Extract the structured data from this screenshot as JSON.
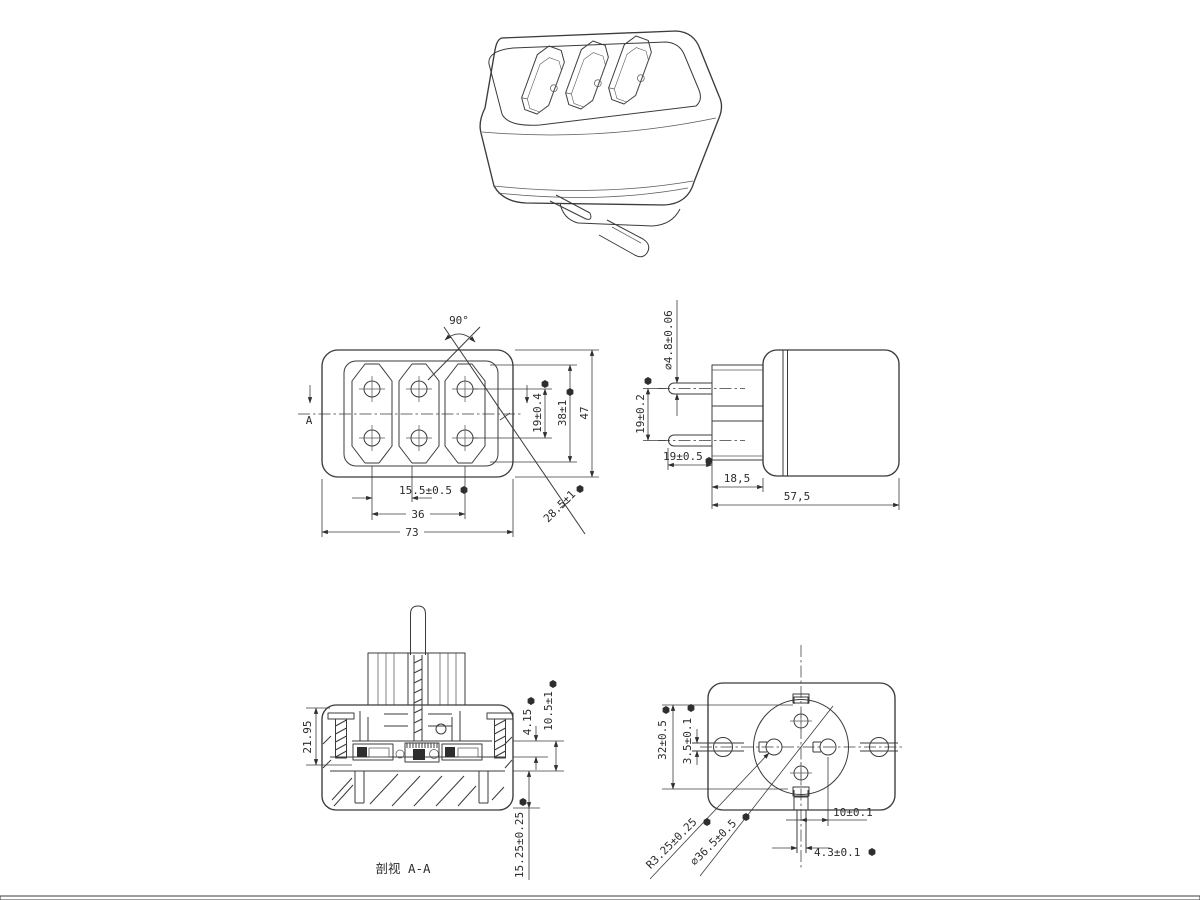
{
  "meta": {
    "background": "#ffffff",
    "line_color": "#3b3b3b",
    "marker_symbol": "filled-hexagon"
  },
  "front_view": {
    "angle": "90°",
    "section_label": "A",
    "dim_hole_pitch_v": "19±0.4",
    "dim_socket_height": "38±1",
    "dim_height": "47",
    "dim_diagonal": "28.5±1",
    "dim_hole_pitch_h": "15.5±0.5",
    "dim_socket_pitch": "36",
    "dim_width": "73"
  },
  "side_view": {
    "dim_pin_dia": "⌀4.8±0.06",
    "dim_pin_pitch": "19±0.2",
    "dim_pin_length": "19±0.5",
    "dim_head_depth": "18,5",
    "dim_total_depth": "57,5"
  },
  "section_view": {
    "caption": "剖视 A-A",
    "dim_inner_height": "21.95",
    "dim_seat": "4.15",
    "dim_pocket": "10.5±1",
    "dim_skirt": "15.25±0.25"
  },
  "bottom_view": {
    "dim_recess_height": "32±0.5",
    "dim_slot_width": "3.5±0.1",
    "dim_radius": "R3.25±0.25",
    "dim_recess_dia": "⌀36.5±0.5",
    "dim_hole_offset": "10±0.1",
    "dim_channel": "4.3±0.1"
  }
}
